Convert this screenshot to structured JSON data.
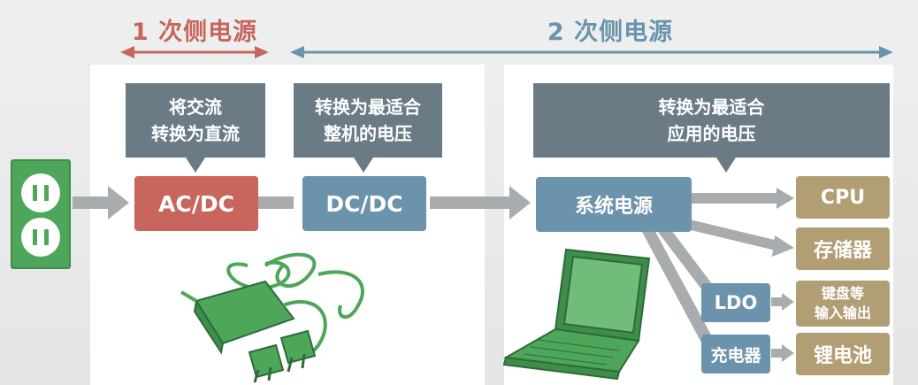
{
  "headers": {
    "primary": "1 次侧电源",
    "secondary": "2 次侧电源"
  },
  "callouts": {
    "acdc": "将交流\n转换为直流",
    "dcdc": "转换为最适合\n整机的电压",
    "system": "转换为最适合\n应用的电压"
  },
  "blocks": {
    "acdc": "AC/DC",
    "dcdc": "DC/DC",
    "system_power": "系统电源",
    "cpu": "CPU",
    "storage": "存储器",
    "ldo": "LDO",
    "keyboard_io": "键盘等\n输入输出",
    "charger": "充电器",
    "battery": "锂电池"
  },
  "colors": {
    "primary_accent": "#c8655c",
    "secondary_accent": "#6b93ac",
    "callout_bg": "#6b7b86",
    "output_bg": "#b29e74",
    "illustration_green": "#4ea65b",
    "arrow_gray": "#a8acae"
  },
  "icons": {
    "outlet": "power-outlet-icon",
    "adapter": "ac-adapter-illustration",
    "laptop": "laptop-illustration"
  }
}
